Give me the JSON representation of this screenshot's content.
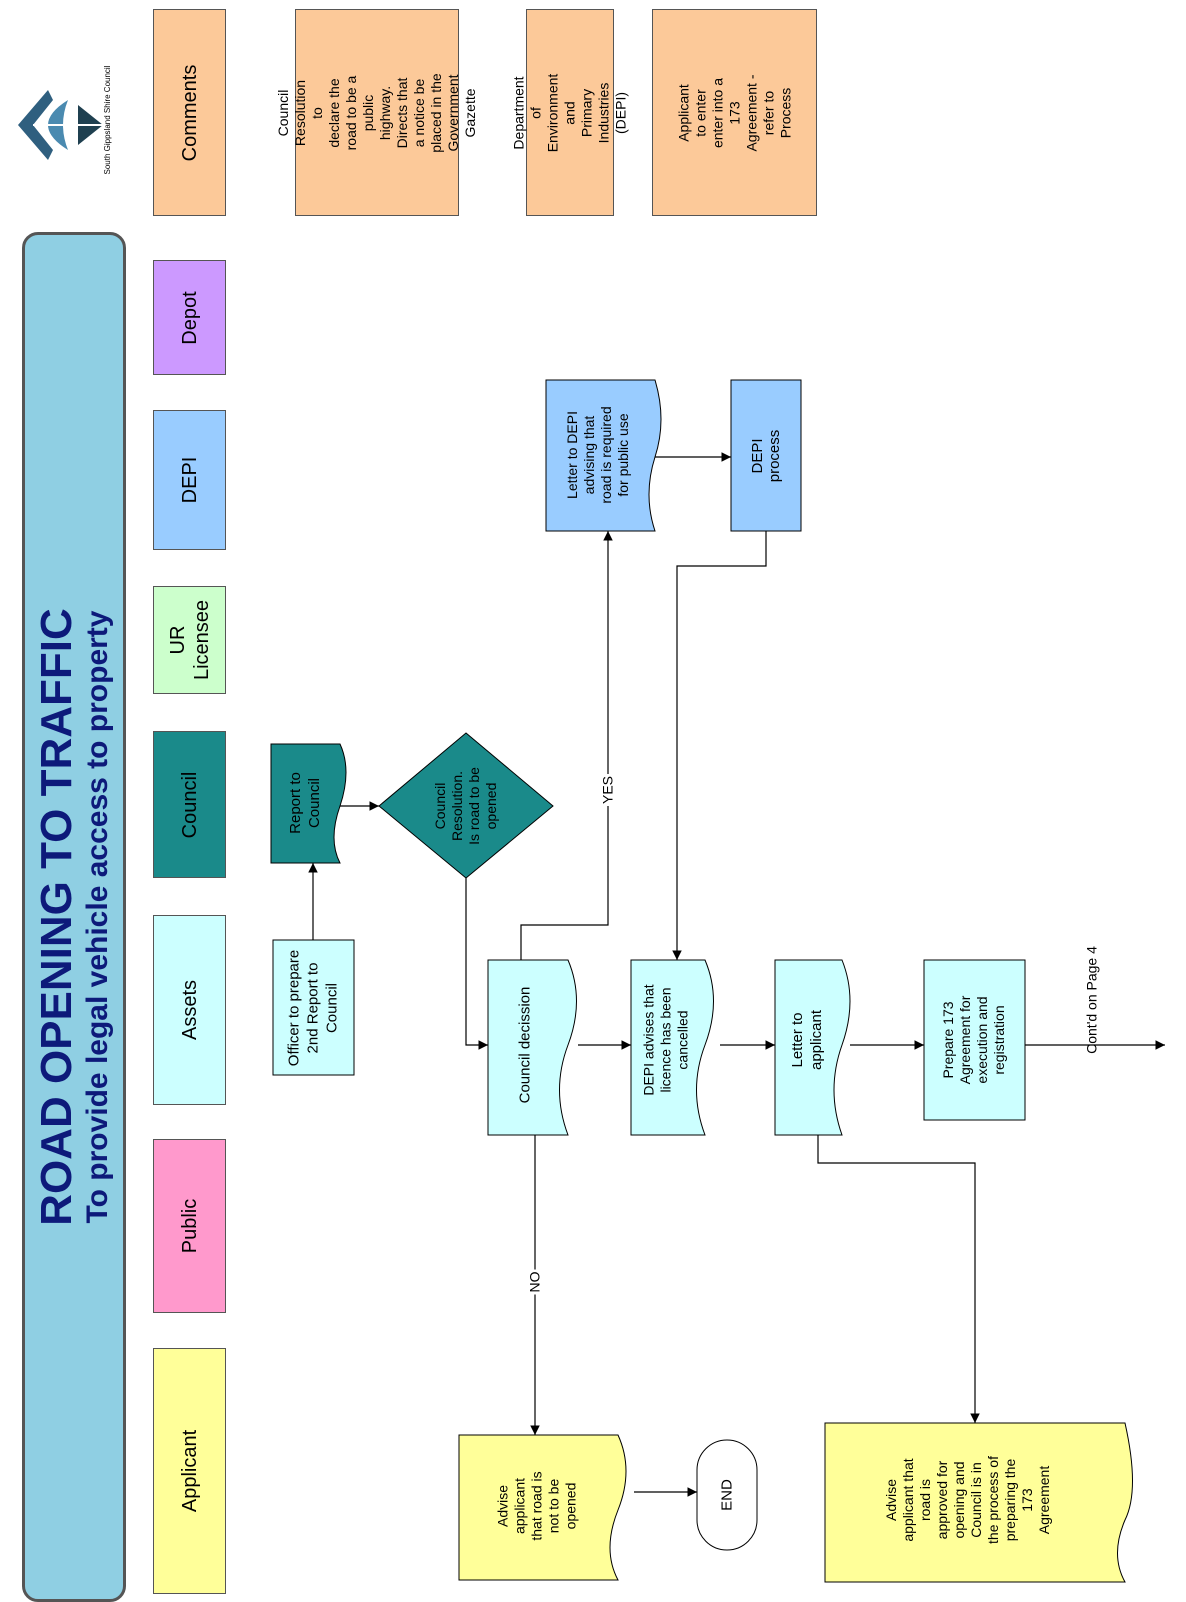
{
  "title": "ROAD OPENING TO TRAFFIC",
  "subtitle": "To provide legal vehicle access to property",
  "logo_text": "South Gippsland Shire Council",
  "colors": {
    "applicant": "#ffff99",
    "public": "#ff99cc",
    "assets": "#ccffff",
    "council": "#1a8a8a",
    "ur_licensee": "#ccffcc",
    "depi": "#99ccff",
    "depot": "#cc99ff",
    "comments": "#fcc999",
    "title_text": "#0d1a7a",
    "banner": "#8fcfe3"
  },
  "lanes": {
    "applicant": "Applicant",
    "public": "Public",
    "assets": "Assets",
    "council": "Council",
    "ur_licensee": "UR\nLicensee",
    "depi": "DEPI",
    "depot": "Depot",
    "comments": "Comments"
  },
  "comments": {
    "c1": "Council Resolution to\ndeclare the road to be a\npublic highway.\nDirects that a notice be\nplaced in the\nGovernment Gazette",
    "c2": "Department of\nEnvironment and\nPrimary Industries\n(DEPI)",
    "c3": "Applicant\nto enter enter into a\n173 Agreement      -\nrefer to Process"
  },
  "nodes": {
    "officer": "Officer  to prepare\n2nd Report to\nCouncil",
    "report": "Report to\nCouncil",
    "resolution": "Council\nResolution.\nIs road to be\nopened",
    "decision": "Council decission",
    "letter_depi": "Letter to DEPI\nadvising that\nroad is required\nfor public use",
    "depi_process": "DEPI\nprocess",
    "depi_advises": "DEPI advises that\nlicence has been\ncancelled",
    "letter_applicant": "Letter to\napplicant",
    "prepare_173": "Prepare 173\nAgreement for\nexecution and\nregistration",
    "advise_not": "Advise\napplicant\nthat road is\nnot to be\nopened",
    "end": "END",
    "advise_approved": "Advise\napplicant  that\nroad  is\napproved for\nopening and\nCouncil is in\nthe process of\npreparing the\n173\nAgreement"
  },
  "labels": {
    "yes": "YES",
    "no": "NO",
    "contd": "Cont'd on Page 4"
  }
}
